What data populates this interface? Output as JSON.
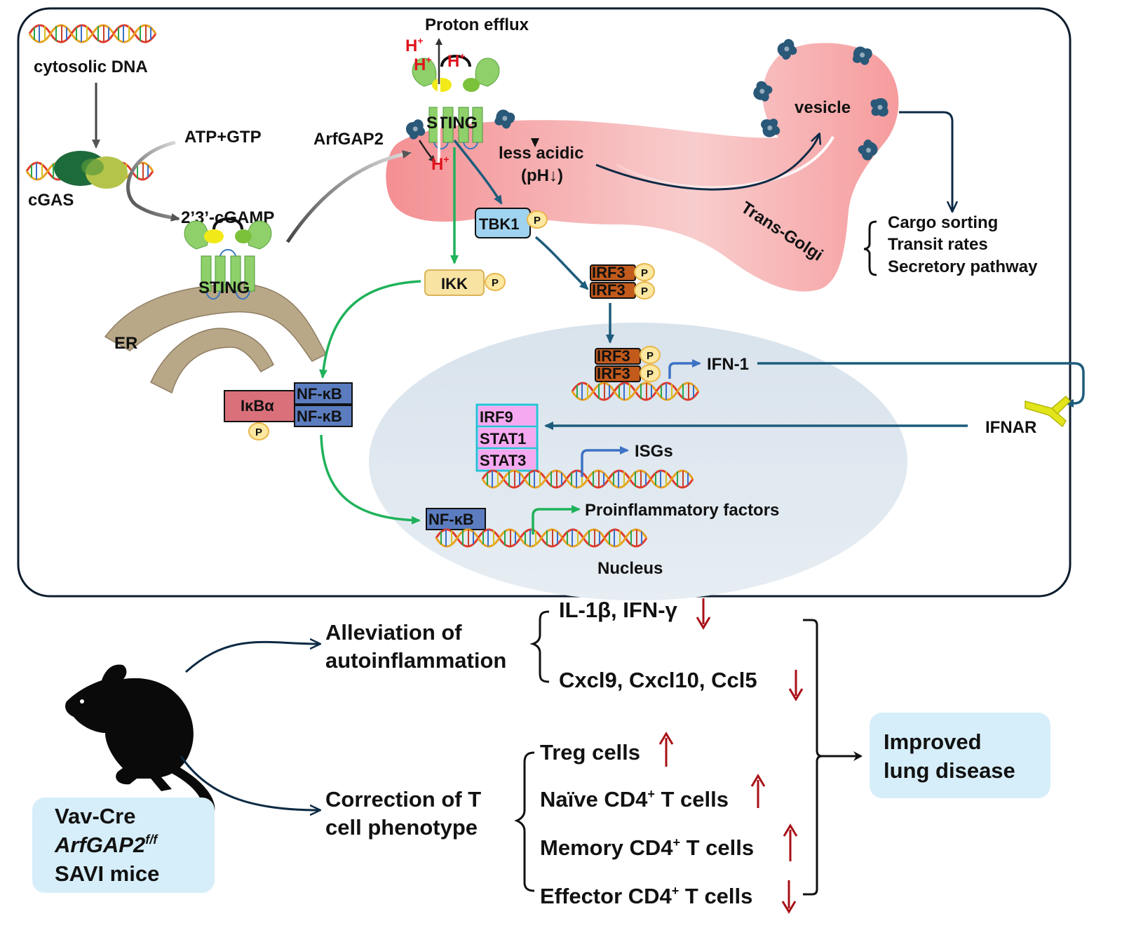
{
  "colors": {
    "sting_green": "#8fd06a",
    "golgi_pink": "#f58c8c",
    "nucleus_blue": "#dfe7ee",
    "er_tan": "#b6a48a",
    "tbk1_blue": "#9fd3f0",
    "ikk_yellow": "#f9e3a3",
    "nfkb_blue": "#5b7dc0",
    "ikba_red": "#d9707a",
    "irf3_orange": "#c25a1c",
    "stat_pink": "#f5a9f0",
    "arrow_green": "#1fb25a",
    "arrow_teal": "#1d5c7c",
    "arrow_red": "#a80f16",
    "box_lightblue": "#d6eef9"
  },
  "icons": [
    "dna-helix-icon",
    "cgas-protein-icon",
    "sting-dimer-icon",
    "arfgap2-icon",
    "phosphate-icon",
    "mouse-silhouette-icon",
    "ifnar-receptor-icon"
  ],
  "cell": {
    "cytosolic_dna": "cytosolic DNA",
    "cgas": "cGAS",
    "atp_gtp": "ATP+GTP",
    "cgamp": "2’3’-cGAMP",
    "sting_er": "STING",
    "er": "ER",
    "arfgap2": "ArfGAP2",
    "sting_golgi": "STING",
    "proton_efflux": "Proton efflux",
    "h_plus": "H",
    "plus": "+",
    "less_acidic": "less acidic",
    "ph": "(pH↓)",
    "vesicle": "vesicle",
    "trans_golgi": "Trans-Golgi",
    "cargo": [
      "Cargo sorting",
      "Transit rates",
      "Secretory pathway"
    ],
    "tbk1": "TBK1",
    "p": "P",
    "ikk": "IKK",
    "irf3": "IRF3",
    "ikba": "IκBα",
    "nfkb": "NF-κB",
    "ifn1": "IFN-1",
    "ifnar": "IFNAR",
    "irf9": "IRF9",
    "stat1": "STAT1",
    "stat3": "STAT3",
    "isgs": "ISGs",
    "proinflammatory": "Proinflammatory factors",
    "nucleus": "Nucleus"
  },
  "outcome": {
    "mouse_line1": "Vav-Cre",
    "mouse_line2": "ArfGAP2",
    "mouse_line2_sup": "f/f",
    "mouse_line3": "SAVI mice",
    "alleviation_1": "Alleviation of",
    "alleviation_2": "autoinflammation",
    "cytokines": "IL-1β, IFN-γ",
    "chemokines": "Cxcl9, Cxcl10, Ccl5",
    "correction_1": "Correction of T",
    "correction_2": "cell phenotype",
    "treg": "Treg cells",
    "naive_a": "Naïve CD4",
    "memory_a": "Memory CD4",
    "effector_a": "Effector CD4",
    "tcells": " T cells",
    "sup_plus": "+",
    "improved_1": "Improved",
    "improved_2": "lung disease"
  }
}
